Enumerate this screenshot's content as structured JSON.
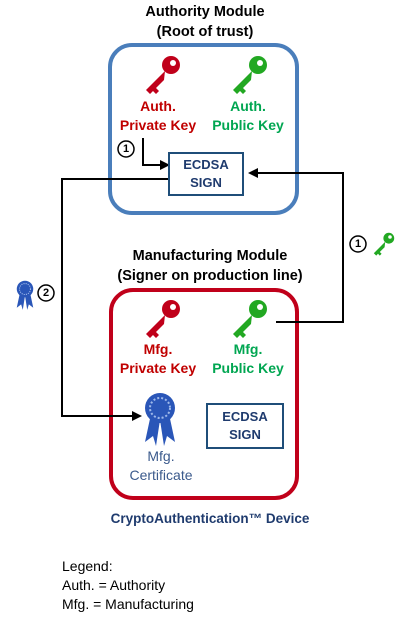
{
  "authority": {
    "title_line1": "Authority Module",
    "title_line2": "(Root of trust)",
    "private_key_line1": "Auth.",
    "private_key_line2": "Private Key",
    "public_key_line1": "Auth.",
    "public_key_line2": "Public Key",
    "sign_line1": "ECDSA",
    "sign_line2": "SIGN",
    "step_number": "1"
  },
  "manufacturing": {
    "title_line1": "Manufacturing Module",
    "title_line2": "(Signer on production line)",
    "private_key_line1": "Mfg.",
    "private_key_line2": "Private Key",
    "public_key_line1": "Mfg.",
    "public_key_line2": "Public Key",
    "sign_line1": "ECDSA",
    "sign_line2": "SIGN",
    "certificate_line1": "Mfg.",
    "certificate_line2": "Certificate",
    "device_label": "CryptoAuthentication™ Device"
  },
  "flow": {
    "step1_number": "1",
    "step2_number": "2"
  },
  "legend": {
    "heading": "Legend:",
    "line1": "Auth. = Authority",
    "line2": "Mfg. = Manufacturing"
  },
  "colors": {
    "authority_border": "#4a7ebb",
    "manufacturing_border": "#c0001a",
    "private_key": "#c00000",
    "public_key": "#00a651",
    "ribbon": "#2a56b8"
  },
  "icons": [
    "red-key-icon",
    "green-key-icon",
    "ribbon-certificate-icon"
  ]
}
